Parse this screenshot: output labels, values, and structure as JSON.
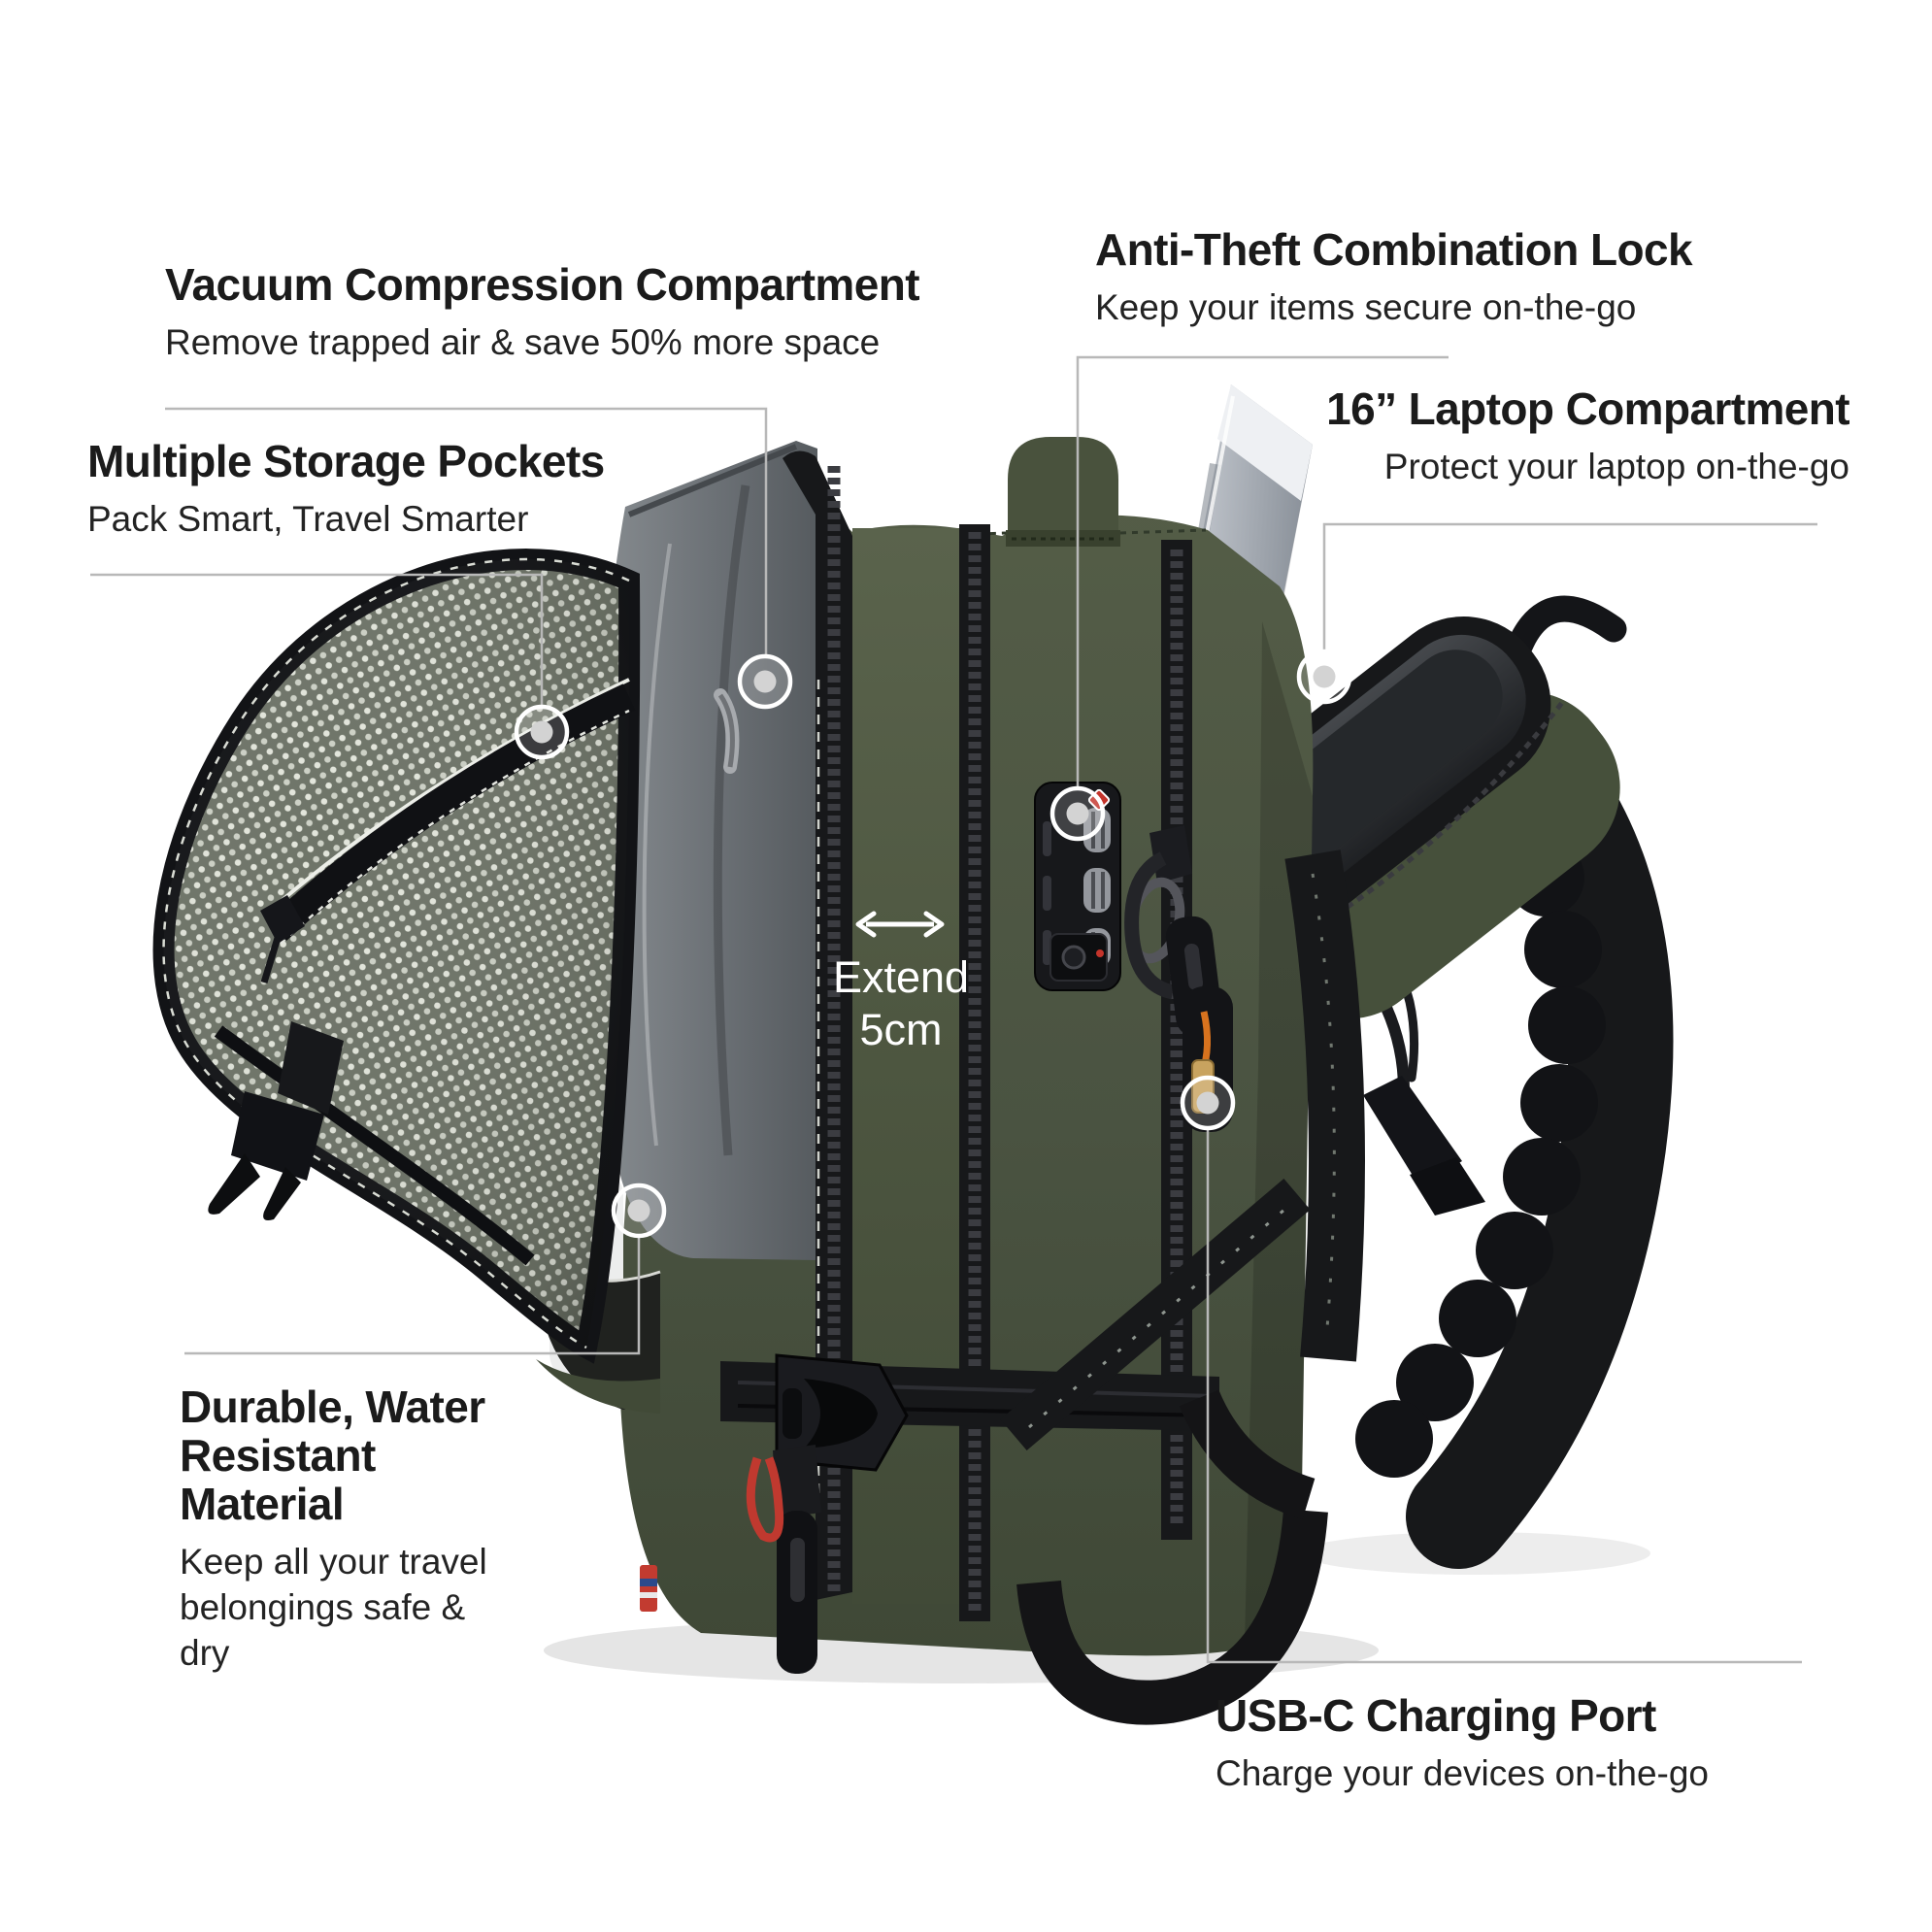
{
  "figure": {
    "type": "product-feature-infographic",
    "background": "#ffffff"
  },
  "callouts": {
    "vacuum": {
      "title": "Vacuum Compression Compartment",
      "subtitle": "Remove trapped air & save 50% more space"
    },
    "storage": {
      "title": "Multiple Storage Pockets",
      "subtitle": "Pack Smart, Travel Smarter"
    },
    "lock": {
      "title": "Anti-Theft Combination Lock",
      "subtitle": "Keep your items secure on-the-go"
    },
    "laptop": {
      "title": "16” Laptop Compartment",
      "subtitle": "Protect your laptop on-the-go"
    },
    "durable": {
      "title": "Durable, Water Resistant Material",
      "subtitle": "Keep all your travel belongings safe & dry"
    },
    "usb": {
      "title": "USB-C Charging Port",
      "subtitle": "Charge your devices on-the-go"
    }
  },
  "product_label": {
    "extend_line1": "Extend",
    "extend_line2": "5cm"
  },
  "colors": {
    "backpack_green": "#4a5341",
    "expansion_gray": "#6d7276",
    "strap_black": "#17181a",
    "leader_line": "#b8b8b8",
    "marker_dot": "#d3d3d3",
    "text_primary": "#1b1b1b",
    "logo_red": "#c23b30",
    "usb_cable_orange": "#d8731e"
  }
}
